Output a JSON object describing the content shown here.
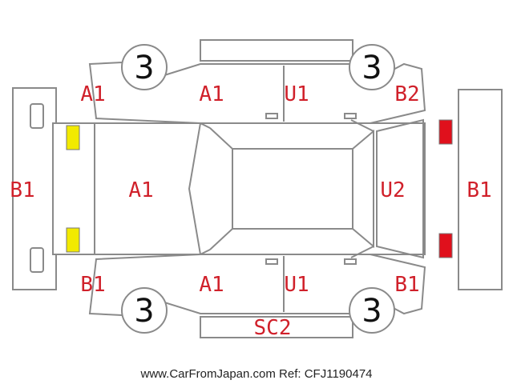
{
  "diagram": {
    "wheel_grade": "3",
    "labels": {
      "front_bumper": "B1",
      "hood": "A1",
      "front_left_fender": "A1",
      "front_right_fender": "B1",
      "front_left_door": "A1",
      "rear_left_door": "U1",
      "front_right_door": "A1",
      "rear_right_door": "U1",
      "rear_left_quarter": "B2",
      "rear_right_quarter": "B1",
      "rear_hatch": "U2",
      "rear_bumper": "B1",
      "right_side_sill": "SC2"
    },
    "colors": {
      "front_lights": "#f2ea00",
      "rear_lights": "#e0101c",
      "code_text": "#d0202a",
      "outline": "#8a8a8a"
    }
  },
  "footer": {
    "text": "www.CarFromJapan.com Ref: CFJ1190474"
  }
}
